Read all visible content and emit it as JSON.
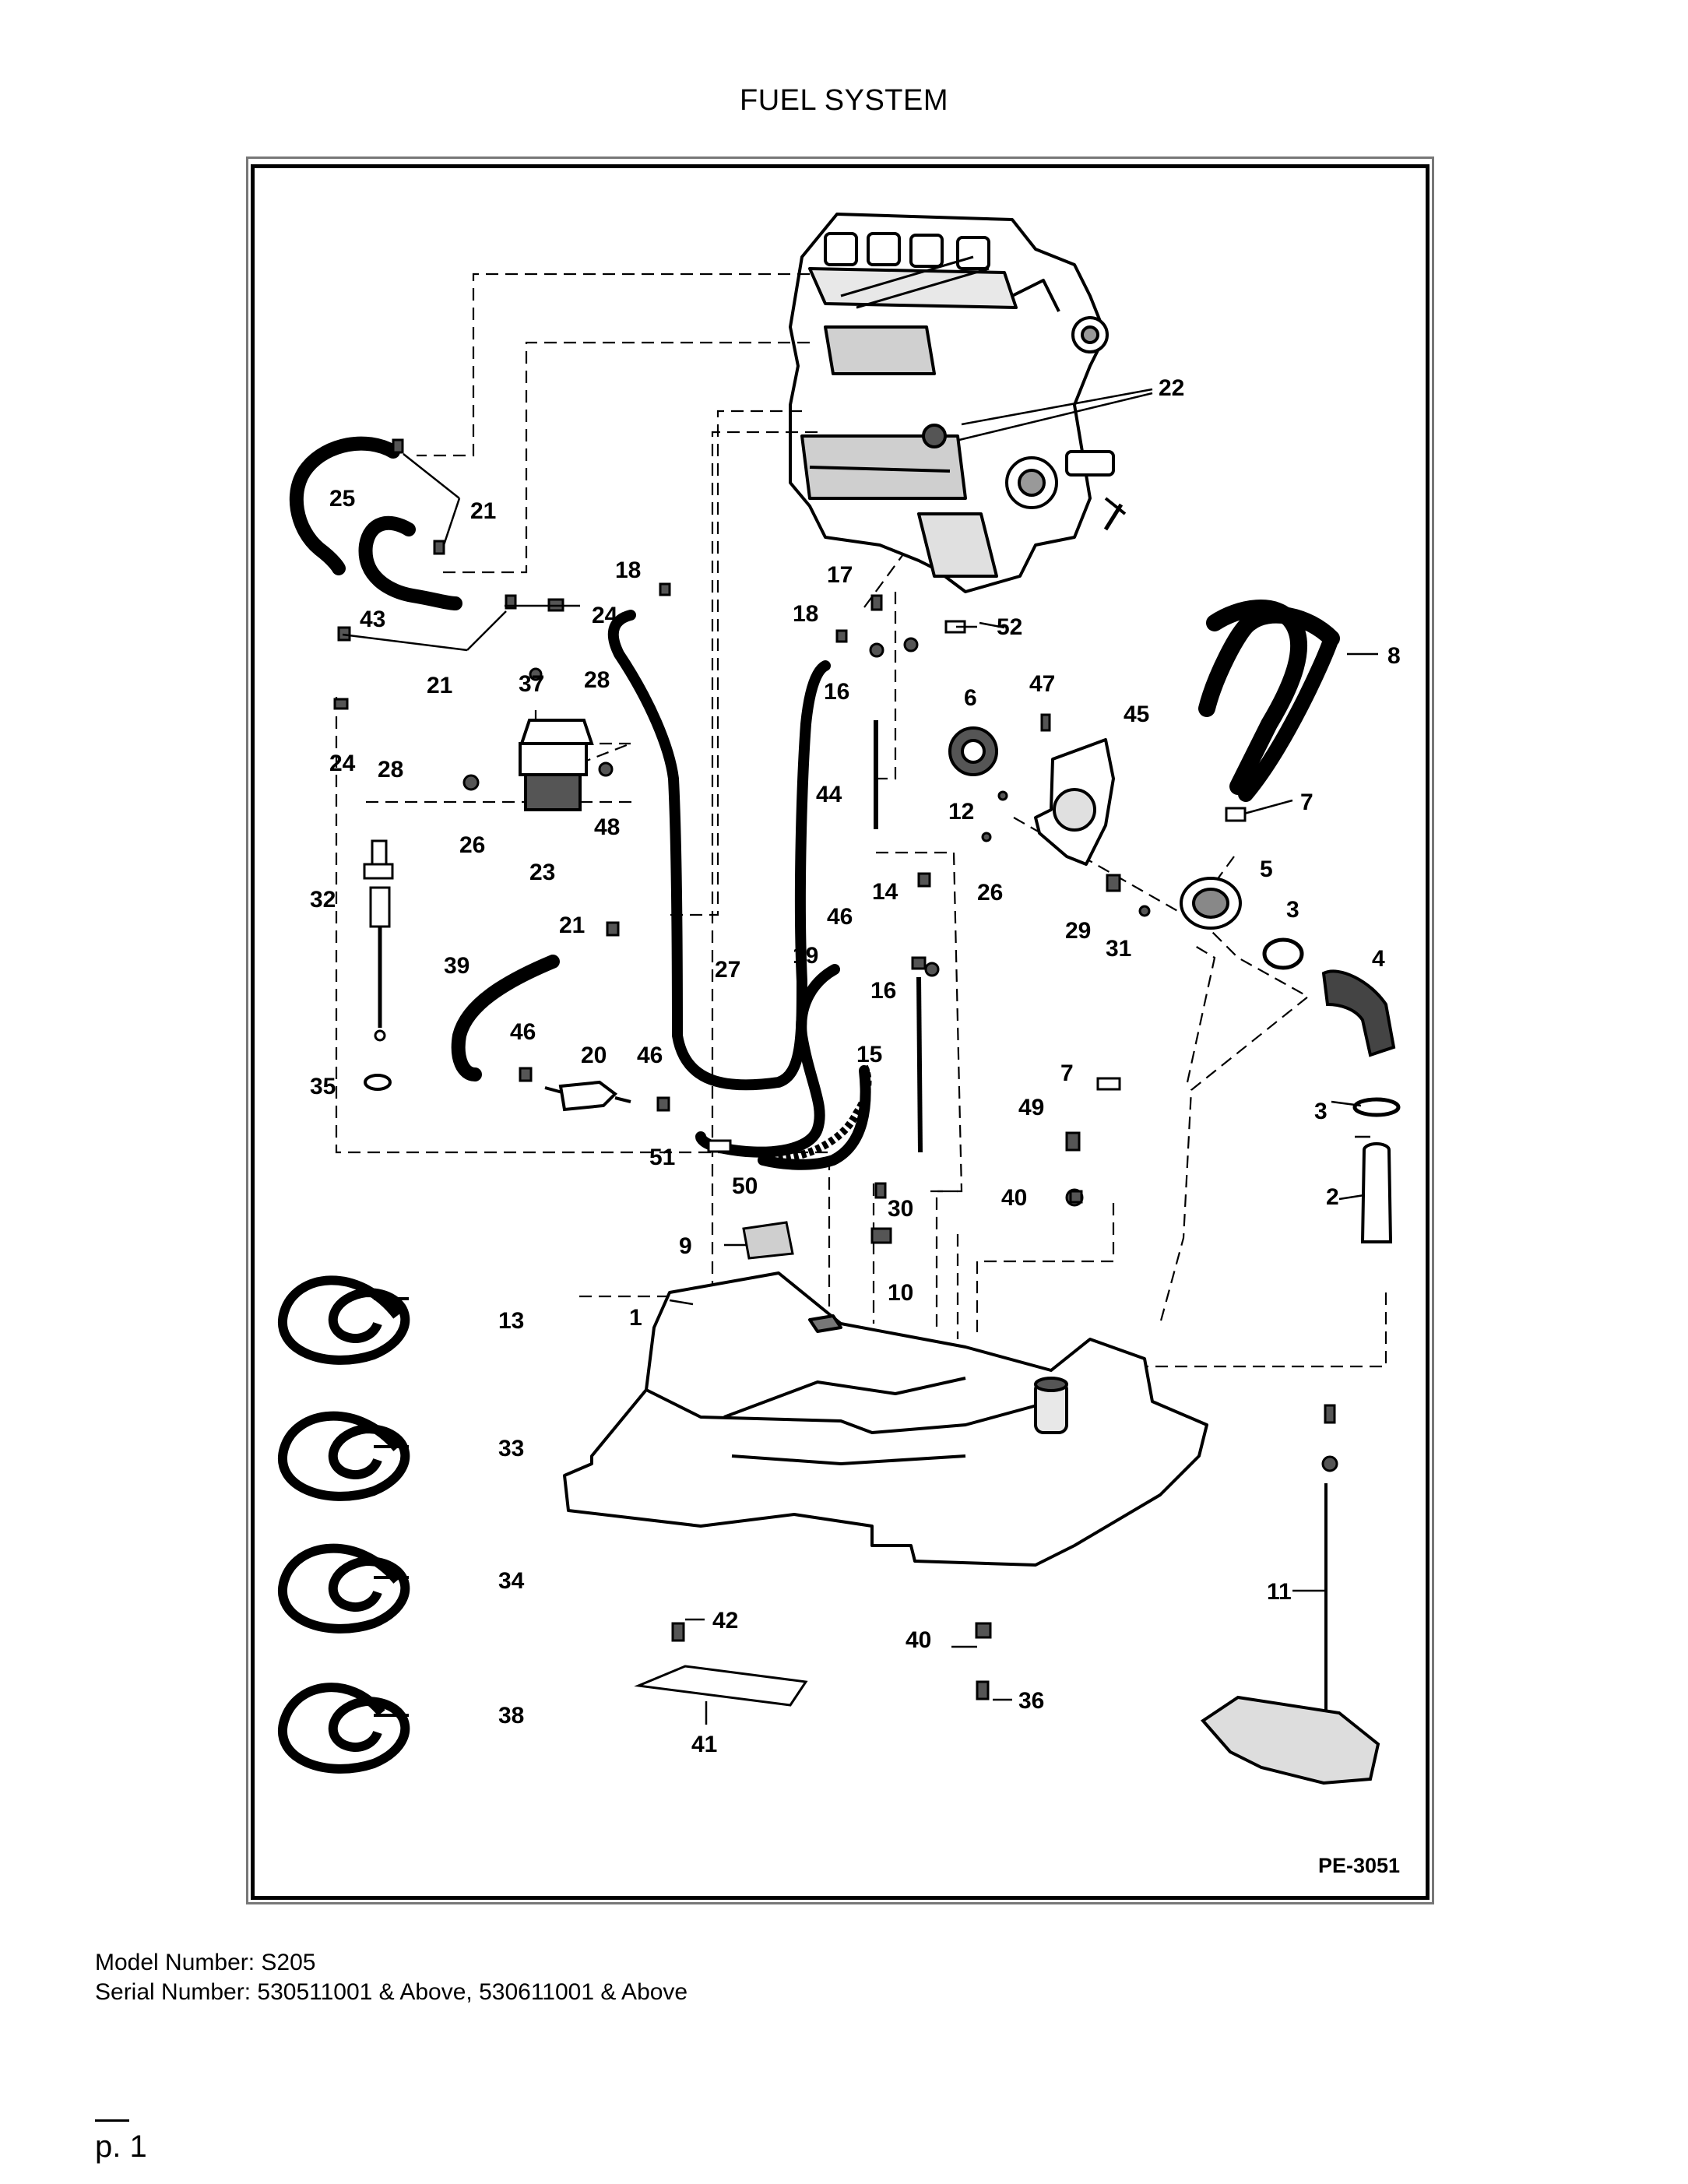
{
  "title": "FUEL SYSTEM",
  "drawing_code": "PE-3051",
  "model_line": "Model Number: S205",
  "serial_line": "Serial Number: 530511001 & Above, 530611001 & Above",
  "page": "p. 1",
  "callouts": [
    "1",
    "2",
    "3",
    "3",
    "4",
    "5",
    "6",
    "7",
    "7",
    "8",
    "9",
    "10",
    "11",
    "12",
    "13",
    "14",
    "15",
    "16",
    "16",
    "17",
    "18",
    "18",
    "19",
    "20",
    "21",
    "21",
    "21",
    "22",
    "23",
    "24",
    "24",
    "25",
    "26",
    "26",
    "27",
    "28",
    "28",
    "29",
    "30",
    "31",
    "32",
    "33",
    "34",
    "35",
    "36",
    "37",
    "38",
    "39",
    "40",
    "40",
    "41",
    "42",
    "43",
    "44",
    "45",
    "46",
    "46",
    "46",
    "47",
    "48",
    "49",
    "50",
    "51",
    "52"
  ]
}
